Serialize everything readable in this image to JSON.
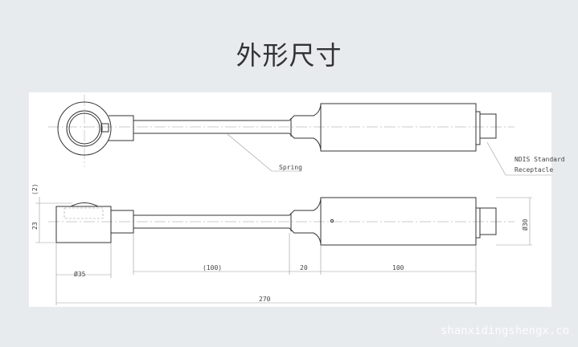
{
  "title": "外形尺寸",
  "drawing": {
    "labels": {
      "spring": "Spring",
      "ndis_line1": "NDIS Standard",
      "ndis_line2": "Receptacle"
    },
    "dimensions": {
      "dia35": "Ø35",
      "len100_ref": "(100)",
      "len20": "20",
      "len100": "100",
      "len270": "270",
      "dia30": "Ø30",
      "h23": "23",
      "h2": "(2)"
    }
  },
  "watermark": "shanxidingshengx.co"
}
